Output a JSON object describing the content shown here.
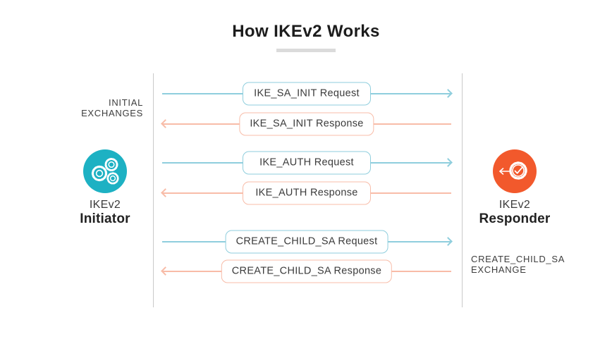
{
  "title": {
    "text": "How IKEv2 Works"
  },
  "initiator": {
    "name": "IKEv2",
    "role": "Initiator",
    "icon": "gears-icon"
  },
  "responder": {
    "name": "IKEv2",
    "role": "Responder",
    "icon": "verified-gear-arrow-icon"
  },
  "group_labels": {
    "initial_exchanges": {
      "line1": "INITIAL",
      "line2": "EXCHANGES"
    },
    "create_child_sa_exchange": {
      "line1": "CREATE_CHILD_SA",
      "line2": "EXCHANGE"
    }
  },
  "messages": [
    {
      "label": "IKE_SA_INIT Request",
      "direction": "right"
    },
    {
      "label": "IKE_SA_INIT Response",
      "direction": "left"
    },
    {
      "label": "IKE_AUTH Request",
      "direction": "right"
    },
    {
      "label": "IKE_AUTH Response",
      "direction": "left"
    },
    {
      "label": "CREATE_CHILD_SA Request",
      "direction": "right"
    },
    {
      "label": "CREATE_CHILD_SA Response",
      "direction": "left"
    }
  ],
  "colors": {
    "initiator_circle": "#1db1c3",
    "responder_circle": "#f2592c",
    "request_line": "#8fcedd",
    "response_line": "#f8bca8",
    "lifeline": "#c9c9c9",
    "text": "#3b3b3b"
  }
}
